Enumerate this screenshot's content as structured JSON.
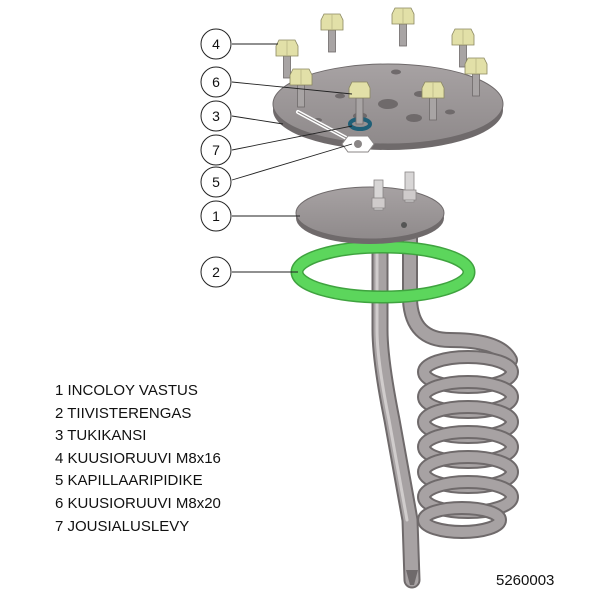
{
  "callouts": {
    "c4": "4",
    "c6": "6",
    "c3": "3",
    "c7": "7",
    "c5": "5",
    "c1": "1",
    "c2": "2"
  },
  "legend": [
    "1 INCOLOY VASTUS",
    "2 TIIVISTERENGAS",
    "3 TUKIKANSI",
    "4 KUUSIORUUVI M8x16",
    "5 KAPILLAARIPIDIKE",
    "6 KUUSIORUUVI M8x20",
    "7 JOUSIALUSLEVY"
  ],
  "document_number": "5260003",
  "colors": {
    "plate": "#9a9596",
    "plate_edge": "#6f6a6b",
    "bolt_head": "#e2e0a8",
    "bolt_shank": "#a8a4a4",
    "gasket": "#5cd65c",
    "tube": "#9d9899",
    "tube_highlight": "#d0cccc",
    "washer": "#1f5f77"
  }
}
